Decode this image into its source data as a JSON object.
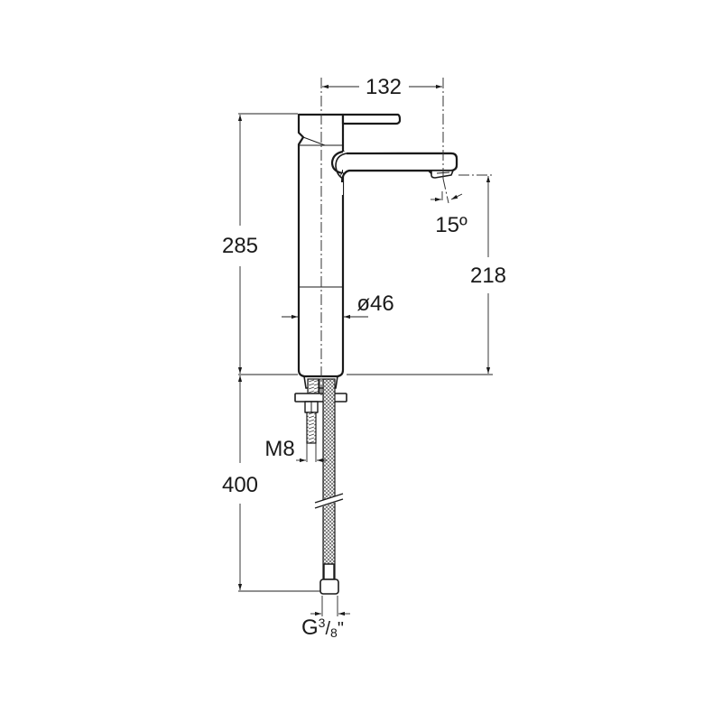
{
  "drawing": {
    "subject": "Single-lever basin mixer tap, tall version — side elevation technical drawing",
    "units": "mm",
    "line_color": "#1a1a1a",
    "background": "#ffffff"
  },
  "dimensions": {
    "spout_reach": {
      "label": "132"
    },
    "total_height": {
      "label": "285"
    },
    "outlet_height": {
      "label": "218"
    },
    "body_diameter": {
      "label": "ø46"
    },
    "outlet_angle": {
      "label": "15º"
    },
    "hose_length": {
      "label": "400"
    },
    "fixing_thread": {
      "label": "M8"
    },
    "hose_connection": {
      "label_main": "G",
      "label_num": "3",
      "label_slash": "/",
      "label_den": "8",
      "label_inch": "\""
    }
  }
}
